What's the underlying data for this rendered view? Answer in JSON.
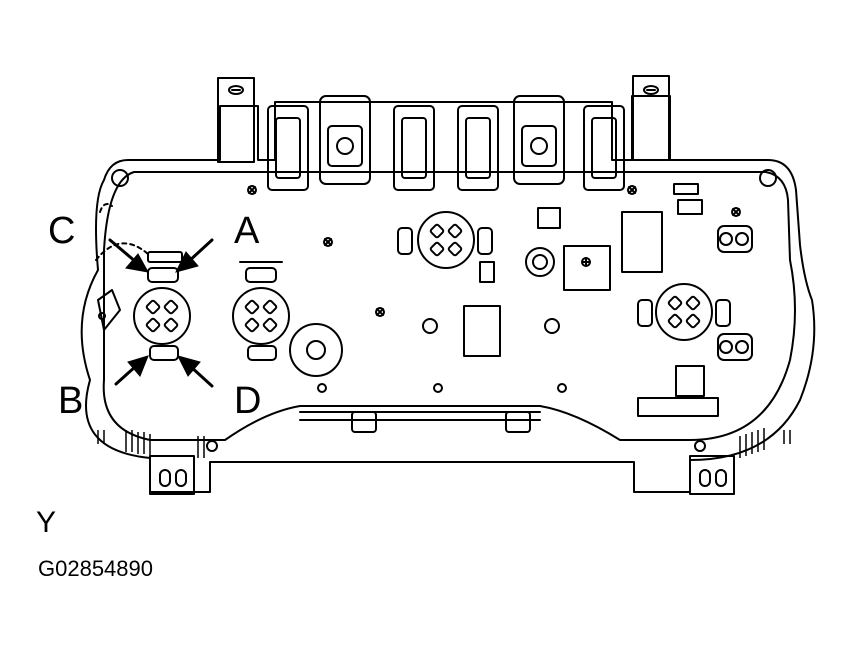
{
  "callouts": {
    "a": "A",
    "b": "B",
    "c": "C",
    "d": "D"
  },
  "view_label": "Y",
  "figure_code": "G02854890"
}
